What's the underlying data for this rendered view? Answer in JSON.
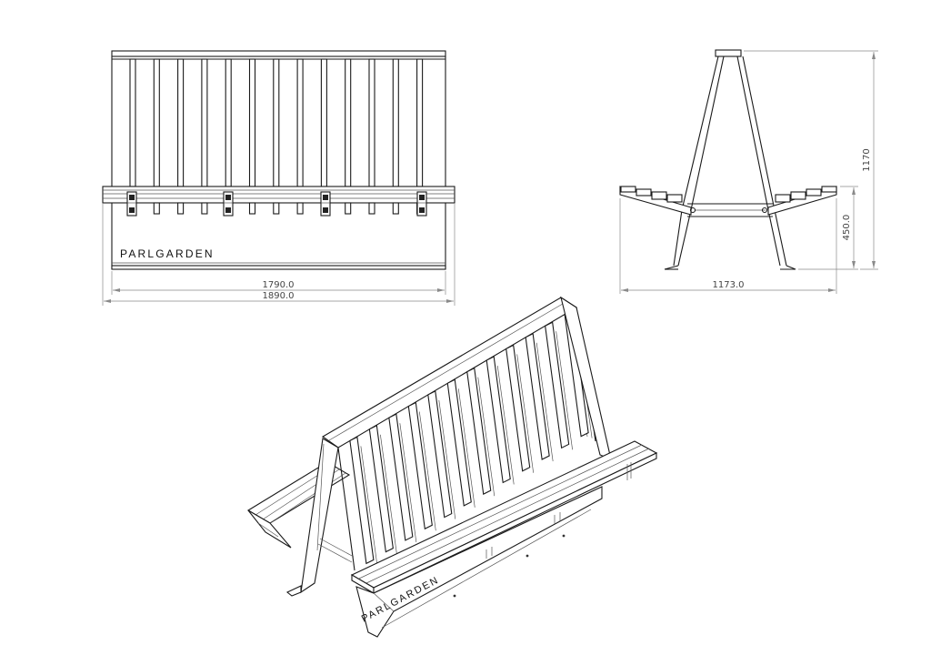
{
  "brand": "PARLGARDEN",
  "front_view": {
    "inner_width": "1790.0",
    "overall_width": "1890.0"
  },
  "side_view": {
    "depth": "1173.0",
    "seat_height": "450.0",
    "total_height": "1170"
  },
  "isometric_view": {
    "brand": "PARLGARDEN"
  }
}
